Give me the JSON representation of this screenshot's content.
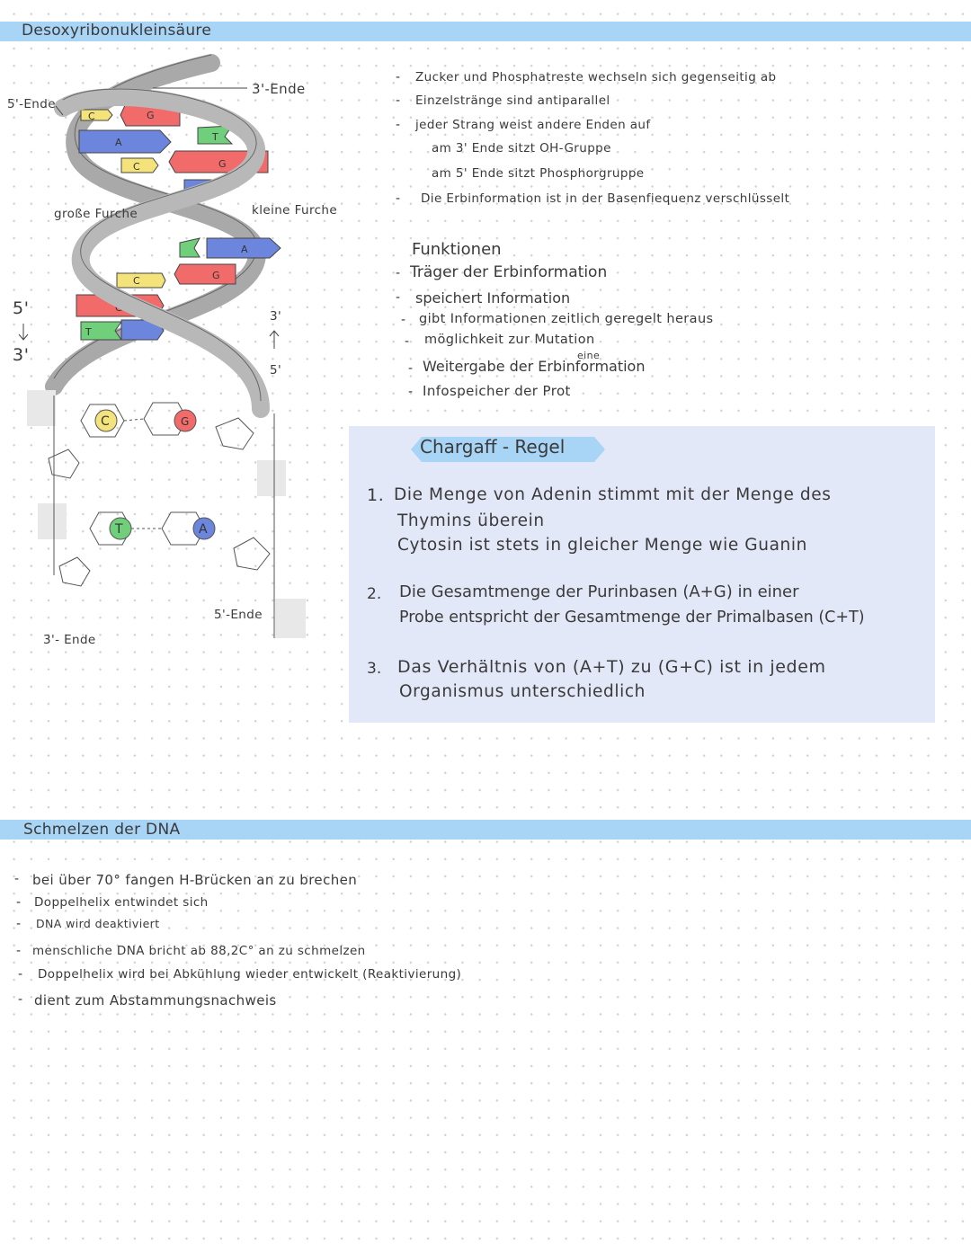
{
  "header": {
    "title": "Desoxyribonukleinsäure"
  },
  "diagram": {
    "label_5_end_top": "5'-Ende",
    "label_3_end_top": "3'-Ende",
    "label_big_groove": "große Furche",
    "label_small_groove": "kleine Furche",
    "left_arrow_top": "5'",
    "left_arrow_bottom": "3'",
    "right_arrow_top": "3'",
    "right_arrow_bottom": "5'",
    "label_5_end_bottom": "5'-Ende",
    "label_3_end_bottom": "3'- Ende",
    "bases": [
      "C",
      "G",
      "A",
      "T",
      "C",
      "G",
      "A",
      "A",
      "C",
      "G",
      "G",
      "T"
    ],
    "chem_bases": [
      "C",
      "G",
      "T",
      "A"
    ],
    "colors": {
      "A": "#6b86dc",
      "T": "#6fcf7a",
      "G": "#f26b6b",
      "C": "#f3e37a",
      "strand": "#a9a9a9"
    }
  },
  "properties": [
    "Zucker und Phosphatreste wechseln sich gegenseitig ab",
    "Einzelstränge sind antiparallel",
    "jeder Strang weist andere Enden auf",
    "am 3' Ende sitzt OH-Gruppe",
    "am 5' Ende sitzt Phosphorgruppe",
    "Die Erbinformation ist in der Basenfiequenz verschlüsselt"
  ],
  "functions": {
    "title": "Funktionen",
    "items": [
      "Träger der Erbinformation",
      "speichert Information",
      "gibt Informationen zeitlich geregelt heraus",
      "möglichkeit zur Mutation",
      "Weitergabe der Erbinformation",
      "Infospeicher der Prot"
    ],
    "correction": "eine"
  },
  "chargaff": {
    "title": "Chargaff - Regel",
    "rule1_num": "1.",
    "rule1_line1": "Die Menge von Adenin stimmt mit der Menge des",
    "rule1_line2": "Thymins überein",
    "rule1_line3": "Cytosin ist stets in gleicher Menge wie Guanin",
    "rule2_num": "2.",
    "rule2_line1": "Die Gesamtmenge der Purinbasen (A+G) in einer",
    "rule2_line2": "Probe entspricht der Gesamtmenge der Primalbasen (C+T)",
    "rule3_num": "3.",
    "rule3_line1": "Das Verhältnis von (A+T) zu (G+C) ist in jedem",
    "rule3_line2": "Organismus unterschiedlich"
  },
  "melting": {
    "title": "Schmelzen der DNA",
    "items": [
      "bei über 70° fangen H-Brücken an zu brechen",
      "Doppelhelix entwindet sich",
      "DNA wird deaktiviert",
      "menschliche DNA bricht ab 88,2C° an zu schmelzen",
      "Doppelhelix wird bei Abkühlung wieder entwickelt (Reaktivierung)",
      "dient zum Abstammungsnachweis"
    ]
  }
}
